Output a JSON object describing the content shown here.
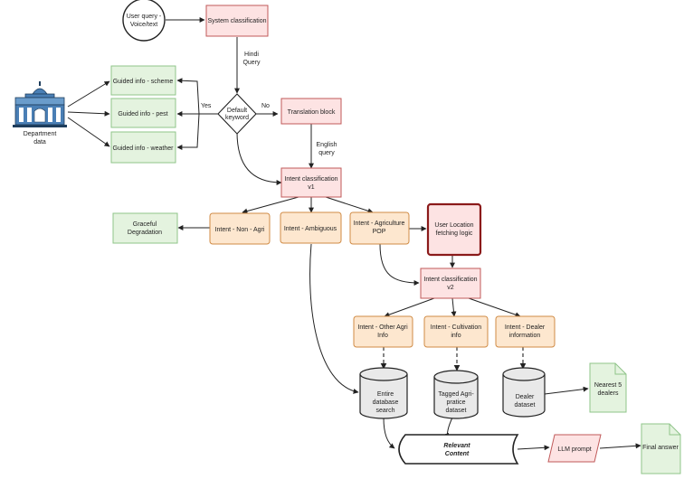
{
  "nodes": {
    "user_query": [
      "User query -",
      "Voice/text"
    ],
    "system_classification": [
      "System classification"
    ],
    "hindi_query": [
      "Hindi",
      "Query"
    ],
    "default_keyword": [
      "Default",
      "keyword"
    ],
    "yes_label": "Yes",
    "no_label": "No",
    "translation_block": [
      "Translation block"
    ],
    "english_query": [
      "English",
      "query"
    ],
    "guided_scheme": [
      "Guided info - scheme"
    ],
    "guided_pest": [
      "Guided info - pest"
    ],
    "guided_weather": [
      "Guided info - weather"
    ],
    "department_data": [
      "Department",
      "data"
    ],
    "intent_classification_v1": [
      "Intent classification",
      "v1"
    ],
    "graceful_degradation": [
      "Graceful",
      "Degradation"
    ],
    "intent_non_agri": [
      "Intent - Non - Agri"
    ],
    "intent_ambiguous": [
      "Intent - Ambiguous"
    ],
    "intent_agri_pop": [
      "Intent - Agriculture",
      "POP"
    ],
    "user_location": [
      "User Location",
      "fetching logic"
    ],
    "intent_classification_v2": [
      "Intent classification",
      "v2"
    ],
    "intent_other_agri": [
      "Intent - Other Agri",
      "Info"
    ],
    "intent_cultivation": [
      "Intent - Cultivation",
      "info"
    ],
    "intent_dealer": [
      "Intent - Dealer",
      "information"
    ],
    "entire_db": [
      "Entire",
      "database",
      "search"
    ],
    "tagged_dataset": [
      "Tagged Agri-",
      "pratice",
      "dataset"
    ],
    "dealer_dataset": [
      "Dealer",
      "dataset"
    ],
    "nearest_dealers": [
      "Nearest 5",
      "dealers"
    ],
    "relevant_content": [
      "Relevant",
      "Content"
    ],
    "llm_prompt": [
      "LLM prompt"
    ],
    "final_answer": [
      "Final answer"
    ]
  },
  "colors": {
    "pink_fill": "#fde3e3",
    "pink_stroke": "#c05a5a",
    "green_fill": "#e4f3df",
    "green_stroke": "#8fc48a",
    "orange_fill": "#fde7cf",
    "orange_stroke": "#d08b45",
    "icon_blue": "#4a7fb5"
  },
  "icons": {
    "department": "government-building-icon"
  }
}
